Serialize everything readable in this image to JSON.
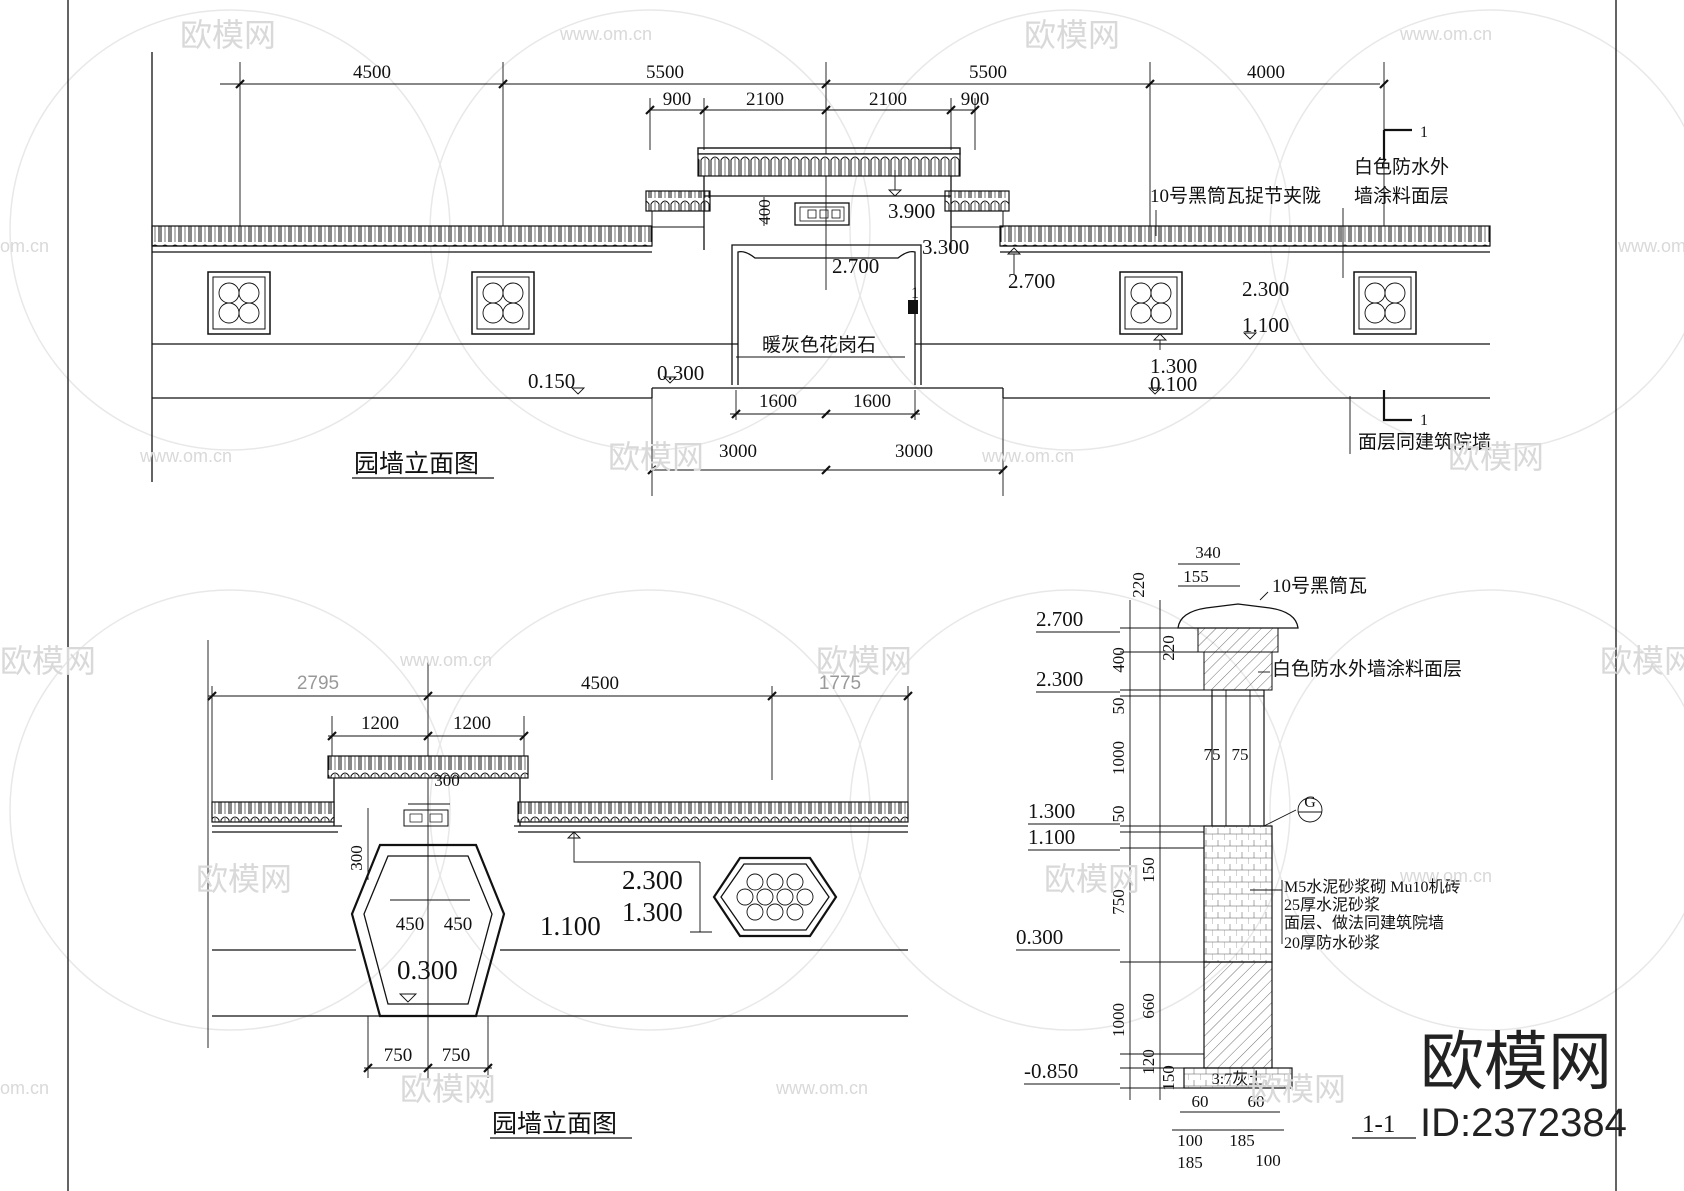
{
  "watermark": {
    "logo_text": "欧模网",
    "url_text": "www.om.cn",
    "side_text": "om.cn",
    "brand": "欧模网",
    "id_label": "ID:2372384"
  },
  "view_top": {
    "title": "园墙立面图",
    "dims_top": [
      "4500",
      "5500",
      "5500",
      "4000"
    ],
    "dims_sub": [
      "900",
      "2100",
      "2100",
      "900"
    ],
    "dims_bottom_1": [
      "1600",
      "1600"
    ],
    "dims_bottom_2": [
      "3000",
      "3000"
    ],
    "window_dim": "400",
    "elevations": {
      "e3900": "3.900",
      "e3300": "3.300",
      "e2700_left": "2.700",
      "e2700_right": "2.700",
      "e2300": "2.300",
      "e1100": "1.100",
      "e1300": "1.300",
      "e0100": "0.100",
      "e0150": "0.150",
      "e0300": "0.300"
    },
    "section_mark": "1",
    "section_num_top": "1",
    "section_num_bottom": "1",
    "notes": {
      "tile": "10号黑筒瓦捉节夹陇",
      "coating_1": "白色防水外",
      "coating_2": "墙涂料面层",
      "granite": "暖灰色花岗石",
      "finish": "面层同建筑院墙"
    }
  },
  "view_bottom": {
    "title": "园墙立面图",
    "dims_top": [
      "2795",
      "4500",
      "1775"
    ],
    "dims_sub": [
      "1200",
      "1200"
    ],
    "dim_300_h": "300",
    "dim_300_v": "300",
    "dims_450": [
      "450",
      "450"
    ],
    "dims_750": [
      "750",
      "750"
    ],
    "elevations": {
      "e2300": "2.300",
      "e1300": "1.300",
      "e1100": "1.100",
      "e0300": "0.300"
    }
  },
  "section": {
    "title": "1-1",
    "grid_mark": "G",
    "dims_top": [
      "340",
      "155"
    ],
    "dims_side": [
      "220",
      "220",
      "400",
      "50",
      "1000",
      "50",
      "150",
      "750",
      "660",
      "1000",
      "120",
      "150"
    ],
    "dims_mid": [
      "75",
      "75"
    ],
    "dims_bottom_1": [
      "60",
      "60"
    ],
    "dims_bottom_2": [
      "100",
      "185"
    ],
    "dims_bottom_3": [
      "185",
      "100"
    ],
    "base_label": "3:7灰土",
    "elevations": {
      "e2700": "2.700",
      "e2300": "2.300",
      "e1300": "1.300",
      "e1100": "1.100",
      "e0300": "0.300",
      "em0850": "-0.850"
    },
    "notes": {
      "tile": "10号黑筒瓦",
      "coating": "白色防水外墙涂料面层",
      "brick": "M5水泥砂浆砌 Mu10机砖",
      "mortar": "25厚水泥砂浆",
      "finish": "面层、做法同建筑院墙",
      "waterproof": "20厚防水砂浆"
    }
  }
}
